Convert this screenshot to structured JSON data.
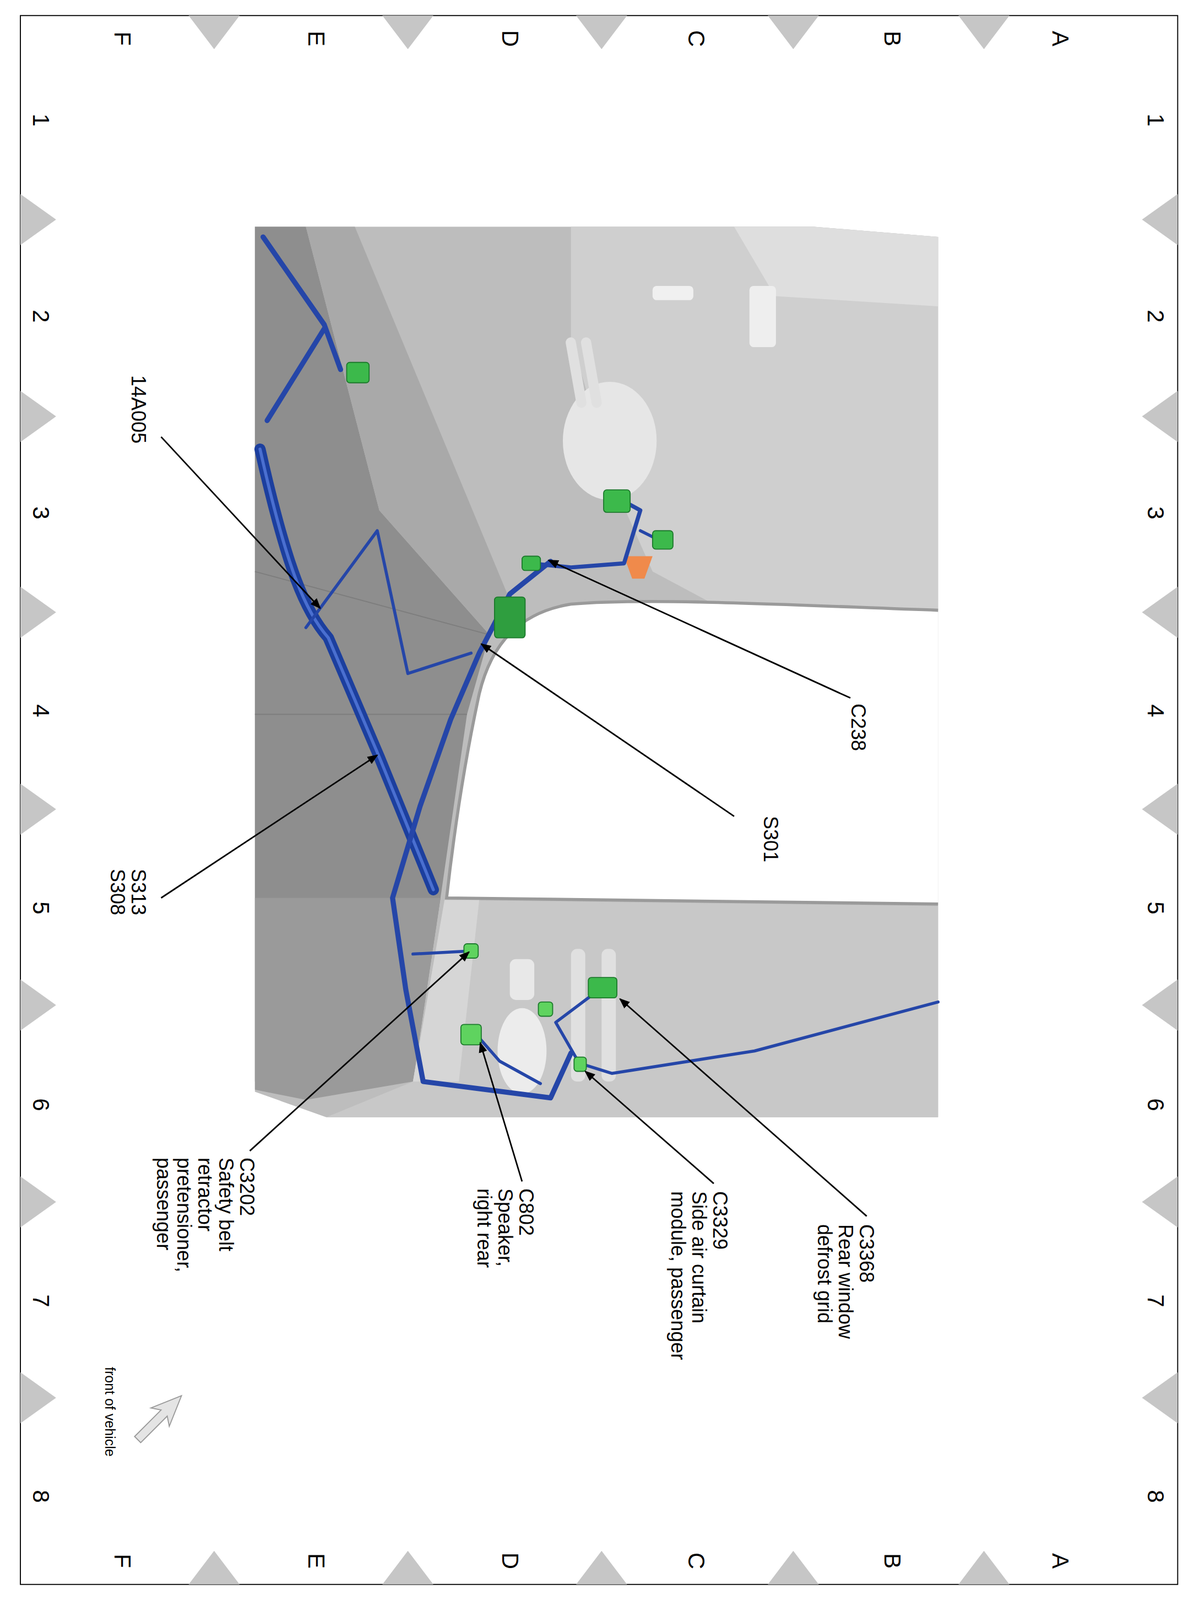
{
  "diagram": {
    "labels": [
      "1",
      "2",
      "3",
      "4",
      "5",
      "6",
      "7",
      "8",
      "A",
      "B",
      "C",
      "D",
      "E",
      "F",
      "A",
      "B",
      "C",
      "D",
      "E",
      "F",
      "1",
      "2",
      "3",
      "4",
      "5",
      "6",
      "7",
      "8",
      "C238",
      "S301",
      "14A005",
      "S313 S308",
      "C3368",
      "Rear window defrost grid",
      "C3329",
      "Side air curtain module, passenger",
      "C802",
      "Speaker, right rear",
      "C3202",
      "Safety belt retractor pretensioner, passenger",
      "front of vehicle"
    ]
  }
}
